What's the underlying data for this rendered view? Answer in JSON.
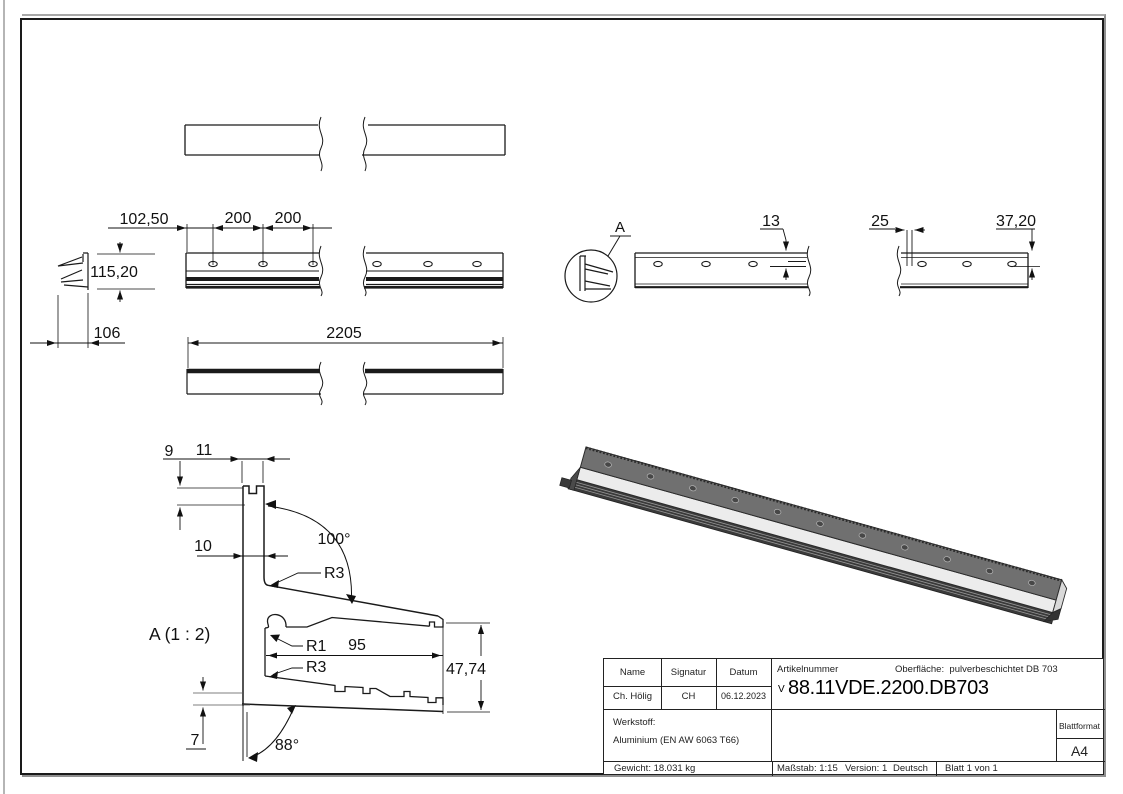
{
  "views": {
    "dims": {
      "d102_50": "102,50",
      "d200a": "200",
      "d200b": "200",
      "d115_20": "115,20",
      "d106": "106",
      "d2205": "2205",
      "d13": "13",
      "d25": "25",
      "d37_20": "37,20",
      "detail_marker": "A"
    },
    "detail": {
      "title": "A (1 : 2)",
      "d9": "9",
      "d11": "11",
      "d10": "10",
      "a100": "100°",
      "r3_upper": "R3",
      "r1": "R1",
      "d95": "95",
      "r3_lower": "R3",
      "d47_74": "47,74",
      "d7": "7",
      "a88": "88°"
    }
  },
  "title_block": {
    "name_label": "Name",
    "signatur_label": "Signatur",
    "datum_label": "Datum",
    "name": "Ch. Hölig",
    "signatur": "CH",
    "datum": "06.12.2023",
    "artikelnummer_label": "Artikelnummer",
    "oberflaeche_label": "Oberfläche:",
    "oberflaeche_value": "pulverbeschichtet DB 703",
    "version_marker": "V",
    "artikelnummer": "88.11VDE.2200.DB703",
    "werkstoff_label": "Werkstoff:",
    "werkstoff_value": "Aluminium (EN AW 6063 T66)",
    "blattformat_label": "Blattformat",
    "blattformat_value": "A4",
    "gewicht": "Gewicht: 18.031 kg",
    "massstab": "Maßstab: 1:15",
    "version": "Version: 1",
    "sprache": "Deutsch",
    "blatt": "Blatt 1 von 1"
  },
  "colors": {
    "line": "#1a1a1a",
    "top_face": "#707070",
    "light_face": "#ececec",
    "dark_face": "#3a3a3a"
  }
}
